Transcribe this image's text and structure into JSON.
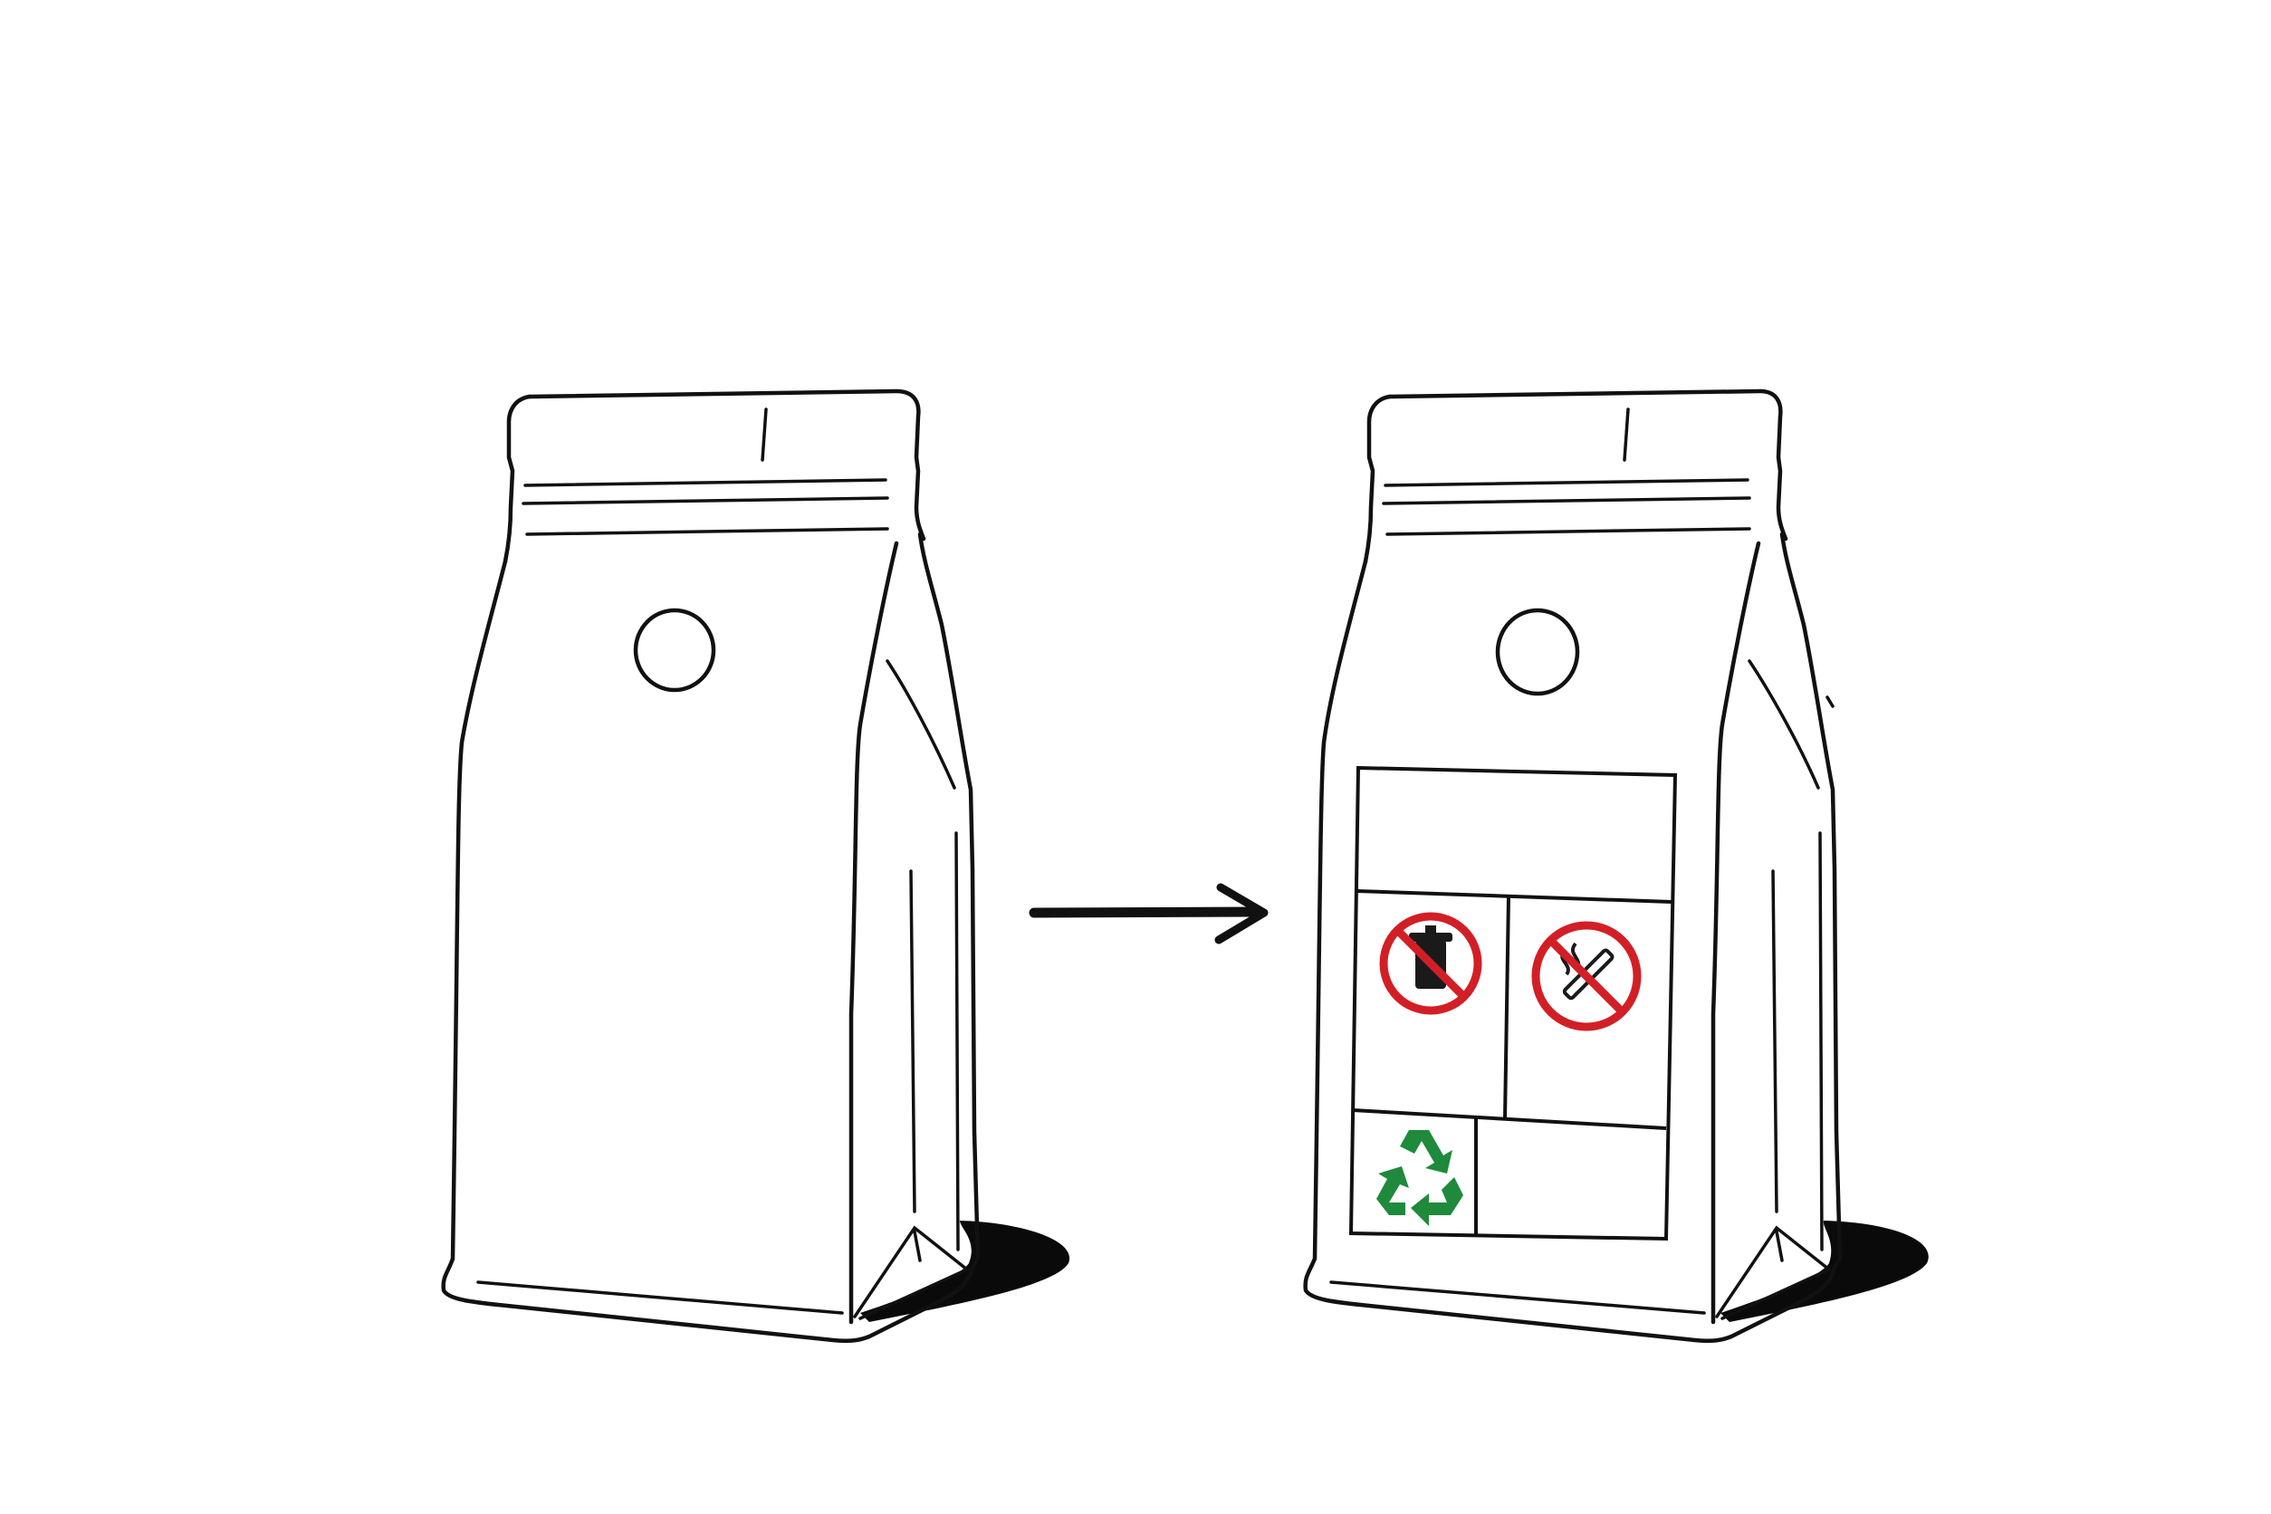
{
  "diagram": {
    "left_bag": {
      "state": "plain bag, no labels"
    },
    "arrow": {
      "direction": "left-to-right"
    },
    "right_bag": {
      "label_panel": {
        "cells": [
          {
            "id": "top",
            "icon": "blank"
          },
          {
            "id": "middle-left",
            "icon": "no-trash-bin-icon"
          },
          {
            "id": "middle-right",
            "icon": "no-smoking-icon"
          },
          {
            "id": "bottom-left",
            "icon": "recycle-icon"
          },
          {
            "id": "bottom-right",
            "icon": "blank"
          }
        ]
      }
    },
    "colors": {
      "line": "#111111",
      "prohibition_red": "#d21f26",
      "recycle_green": "#1f8a3b",
      "background": "#ffffff"
    }
  }
}
